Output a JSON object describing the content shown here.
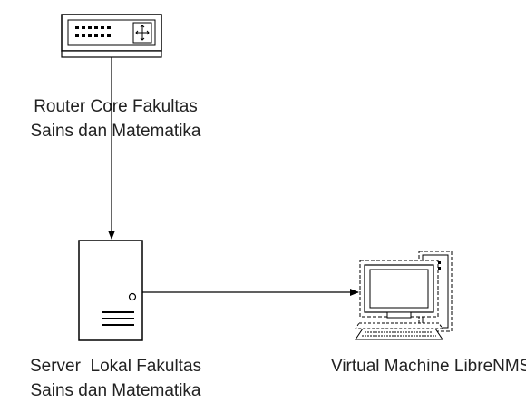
{
  "nodes": {
    "router": {
      "icon": "router-icon",
      "label_line1": "Router Core Fakultas",
      "label_line2": "Sains dan Matematika"
    },
    "server": {
      "icon": "server-icon",
      "label_line1": "Server  Lokal Fakultas",
      "label_line2": "Sains dan Matematika"
    },
    "vm": {
      "icon": "desktop-computer-icon",
      "label": "Virtual Machine LibreNMS"
    }
  },
  "edges": [
    {
      "from": "router",
      "to": "server",
      "arrow": "end"
    },
    {
      "from": "server",
      "to": "vm",
      "arrow": "end"
    }
  ],
  "colors": {
    "stroke": "#000000",
    "text": "#222222",
    "background": "#ffffff"
  }
}
